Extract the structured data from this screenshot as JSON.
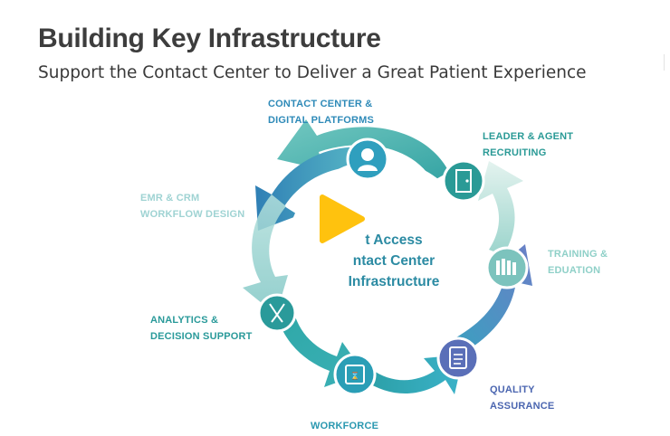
{
  "slide": {
    "title": "Building Key Infrastructure",
    "subtitle": "Support the Contact Center to Deliver a Great Patient Experience"
  },
  "center": {
    "line1": "t Access",
    "line2": "ntact Center",
    "line3": "Infrastructure"
  },
  "cycle_items": [
    {
      "id": "contact-center",
      "line1": "CONTACT CENTER &",
      "line2": "DIGITAL PLATFORMS",
      "icon": "headset-agent-icon",
      "color": "#2f9fbe"
    },
    {
      "id": "leader-agent",
      "line1": "LEADER & AGENT",
      "line2": "RECRUITING",
      "icon": "door-icon",
      "color": "#2a9a96"
    },
    {
      "id": "training",
      "line1": "TRAINING &",
      "line2": "EDUATION",
      "icon": "books-icon",
      "color": "#7cc3bd"
    },
    {
      "id": "quality",
      "line1": "QUALITY",
      "line2": "ASSURANCE",
      "icon": "clipboard-icon",
      "color": "#5a6fb8"
    },
    {
      "id": "workforce",
      "line1": "WORKFORCE",
      "line2": "",
      "icon": "schedule-icon",
      "color": "#2a9eb6"
    },
    {
      "id": "analytics",
      "line1": "ANALYTICS &",
      "line2": "DECISION SUPPORT",
      "icon": "person-chart-icon",
      "color": "#2a9a9a"
    },
    {
      "id": "emr",
      "line1": "EMR & CRM",
      "line2": "WORKFLOW DESIGN",
      "icon": "workflow-icon",
      "color": "#9fd3d3"
    }
  ],
  "player": {
    "play_icon": "play-icon",
    "accent": "#ffc20e"
  }
}
